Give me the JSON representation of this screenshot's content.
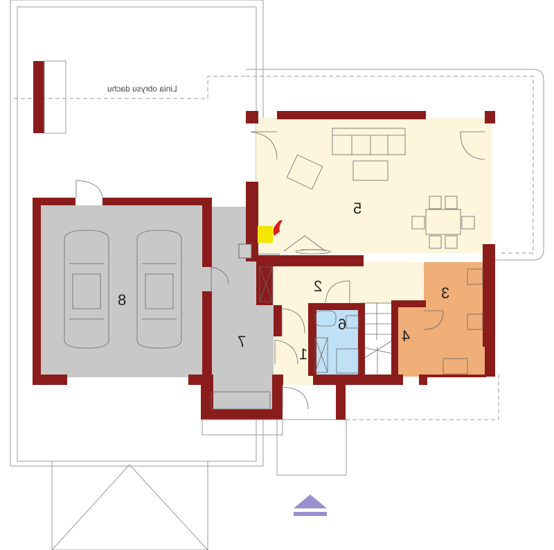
{
  "plan": {
    "roof_outline_label": "Linia obrysu dachu",
    "rooms": [
      {
        "number": "1",
        "color": "#fdf5dc"
      },
      {
        "number": "2",
        "color": "#fdf5dc"
      },
      {
        "number": "3",
        "color": "#f0ae78"
      },
      {
        "number": "4",
        "color": "#f0ae78"
      },
      {
        "number": "5",
        "color": "#fdf5dc"
      },
      {
        "number": "6",
        "color": "#bfe0f5"
      },
      {
        "number": "7",
        "color": "#c8c8c8"
      },
      {
        "number": "8",
        "color": "#c8c8c8"
      }
    ],
    "colors": {
      "wall": "#8b1c1c",
      "fireplace": "#f2e600",
      "entrance_arrow": "#9a8fcc"
    }
  }
}
